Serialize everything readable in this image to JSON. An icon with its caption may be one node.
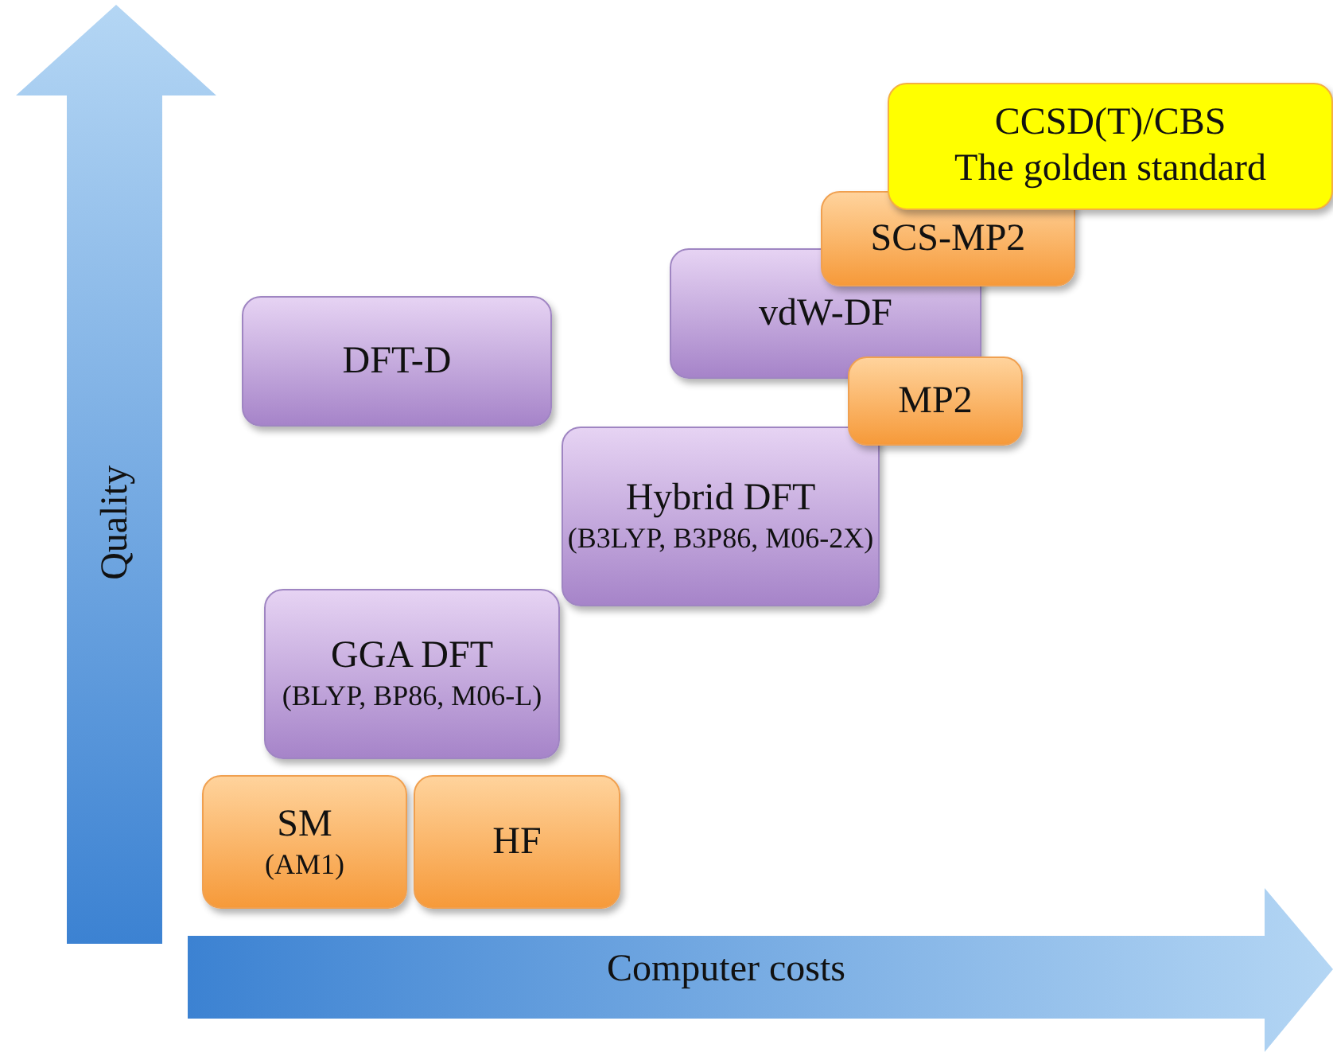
{
  "diagram": {
    "nodes": [
      {
        "text": [
          "Quality"
        ]
      },
      {
        "text": [
          "CCSD(T)/CBS",
          "The golden standard"
        ]
      },
      {
        "text": [
          "SCS-MP2"
        ]
      },
      {
        "text": [
          "vdW-DF"
        ]
      },
      {
        "text": [
          "DFT-D"
        ]
      },
      {
        "text": [
          "MP2"
        ]
      },
      {
        "text": [
          "Hybrid DFT",
          "(B3LYP, B3P86, M06-2X)"
        ]
      },
      {
        "text": [
          "GGA DFT",
          "(BLYP, BP86, M06-L)"
        ]
      },
      {
        "text": [
          "SM",
          "(AM1)"
        ]
      },
      {
        "text": [
          "HF"
        ]
      },
      {
        "text": [
          "Computer costs"
        ]
      }
    ],
    "edges": []
  }
}
